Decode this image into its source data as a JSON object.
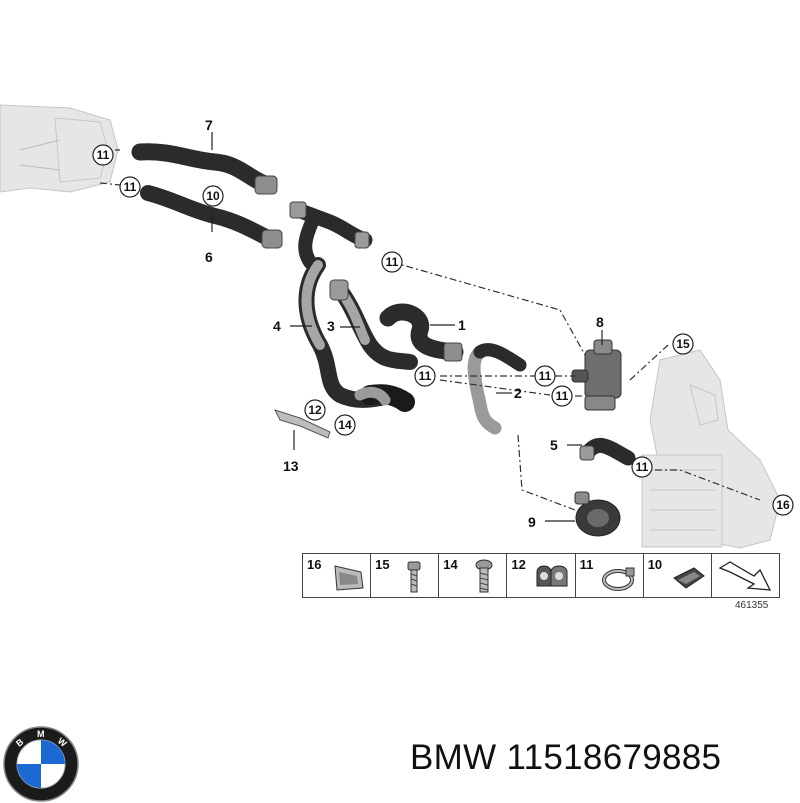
{
  "parts": {
    "labels": [
      "7",
      "10",
      "6",
      "4",
      "3",
      "1",
      "8",
      "15",
      "2",
      "5",
      "9",
      "13",
      "16"
    ],
    "clip_label": "11",
    "screw_label": "14",
    "holder_label": "12"
  },
  "catalog": {
    "items": [
      "16",
      "15",
      "14",
      "12",
      "11",
      "10"
    ]
  },
  "diagram_id": "461355",
  "caption": {
    "brand": "BMW",
    "part_number": "11518679885"
  },
  "logo_letters": [
    "B",
    "M",
    "W"
  ],
  "colors": {
    "hose": "#2b2b2b",
    "hose_light": "#9a9a9a",
    "ghost": "#e6e6e6",
    "logo_blue": "#1c69d4"
  }
}
